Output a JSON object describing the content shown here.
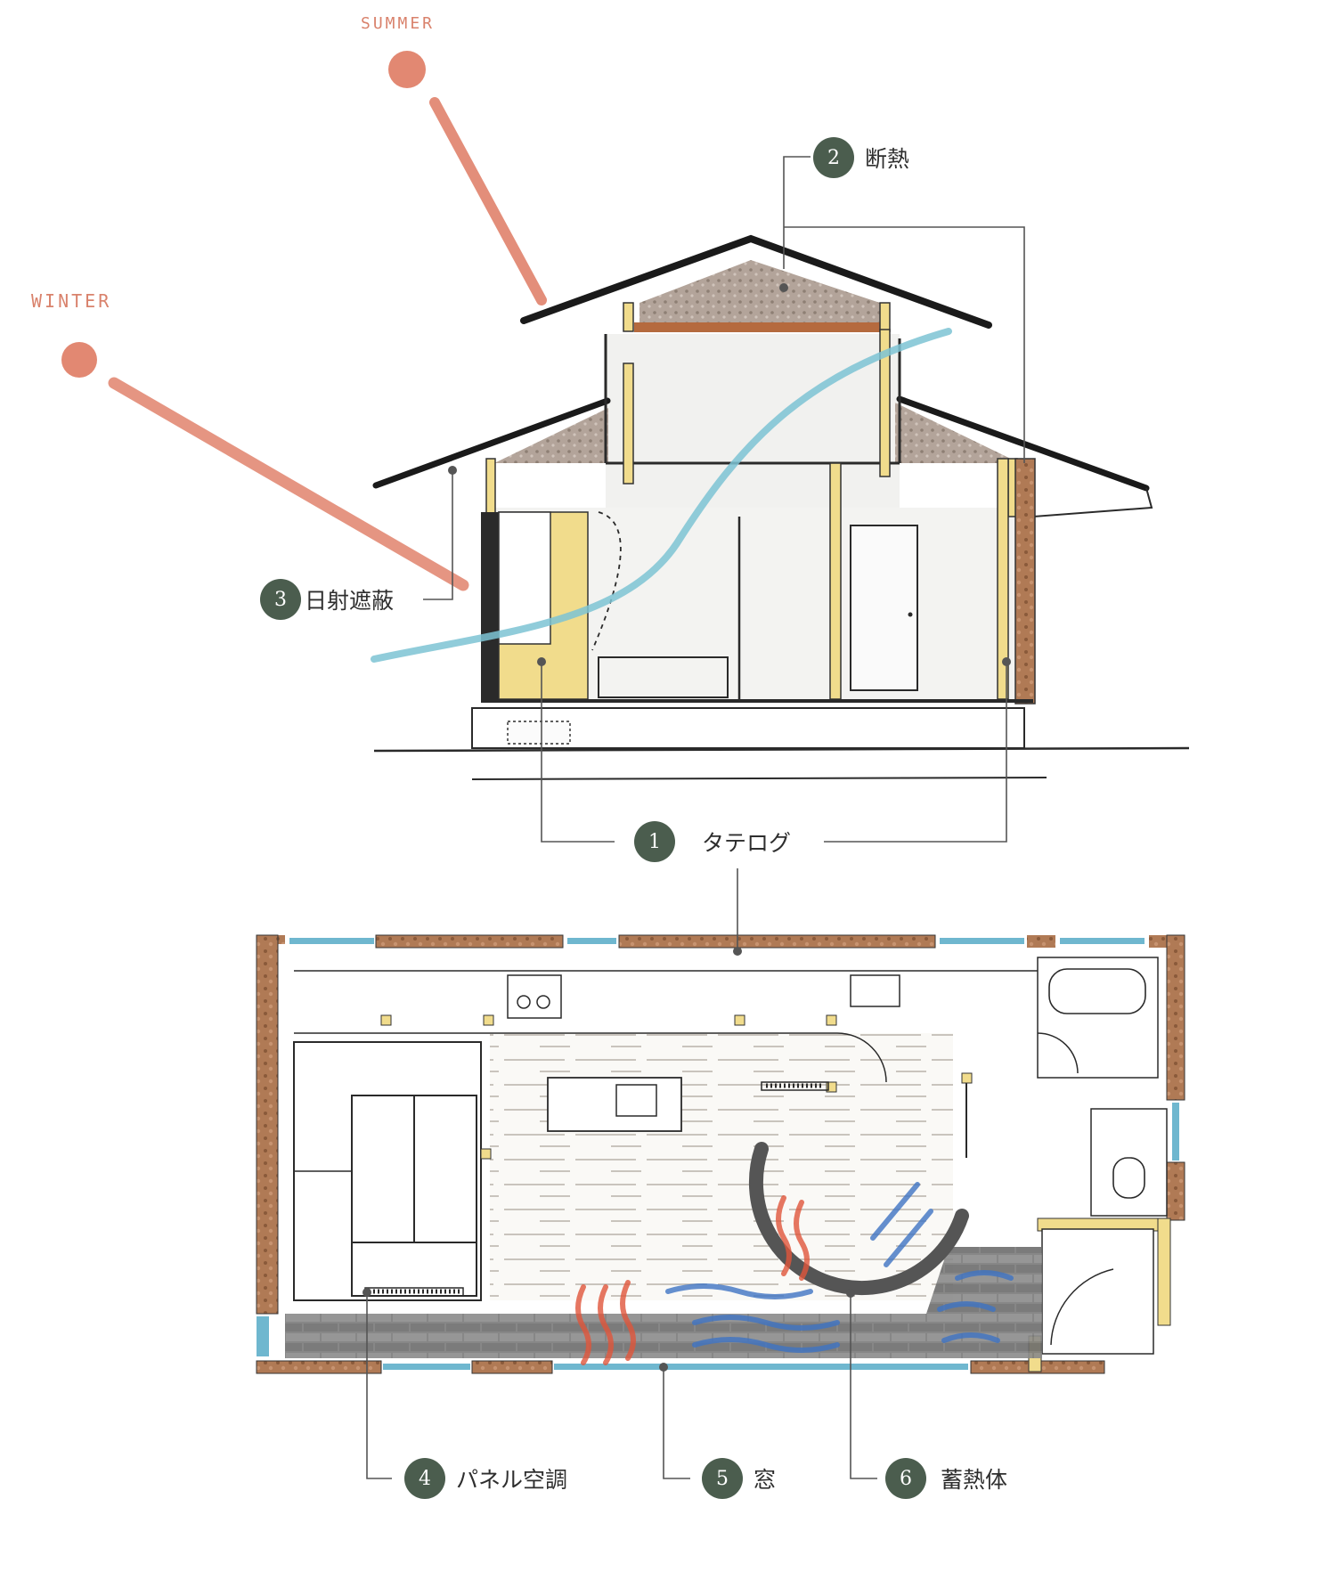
{
  "sun": {
    "summer_label": "SUMMER",
    "winter_label": "WINTER"
  },
  "callouts": [
    {
      "num": "1",
      "label": "タテログ"
    },
    {
      "num": "2",
      "label": "断熱"
    },
    {
      "num": "3",
      "label": "日射遮蔽"
    },
    {
      "num": "4",
      "label": "パネル空調"
    },
    {
      "num": "5",
      "label": "窓"
    },
    {
      "num": "6",
      "label": "蓄熱体"
    }
  ],
  "colors": {
    "badge": "#4b5d4e",
    "sun": "#df7b63",
    "airflow": "#7cc3d4",
    "log_wall": "#9a6b4a",
    "insulation": "#a89487",
    "timber": "#f1dc8c",
    "thermal_mass": "#6f6f6f",
    "warm": "#e0563b",
    "cool": "#3f74c4"
  }
}
